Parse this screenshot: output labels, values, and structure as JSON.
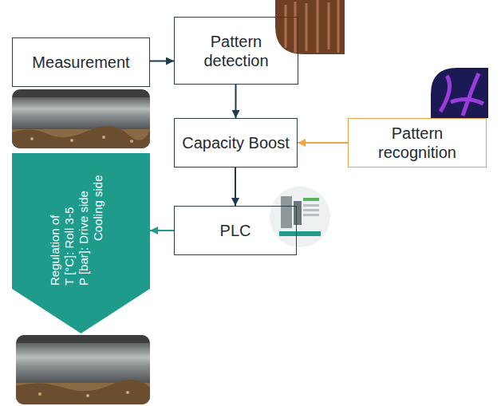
{
  "diagram": {
    "nodes": [
      {
        "text": [
          "Measurement"
        ]
      },
      {
        "text": [
          "Pattern detection"
        ]
      },
      {
        "text": [
          "Capacity Boost"
        ]
      },
      {
        "text": [
          "Pattern recognition"
        ]
      },
      {
        "text": [
          "PLC"
        ]
      },
      {
        "text": [
          "Regulation of",
          "T [°C]: Roll 3-5",
          "P [bar]: Drive side Cooling side"
        ]
      }
    ],
    "edges": [
      {
        "from": 0,
        "to": 1,
        "arrow": "to"
      },
      {
        "from": 1,
        "to": 2,
        "arrow": "to"
      },
      {
        "from": 3,
        "to": 2,
        "arrow": "to"
      },
      {
        "from": 2,
        "to": 4,
        "arrow": "to"
      },
      {
        "from": 4,
        "to": 5,
        "arrow": "to"
      }
    ]
  }
}
